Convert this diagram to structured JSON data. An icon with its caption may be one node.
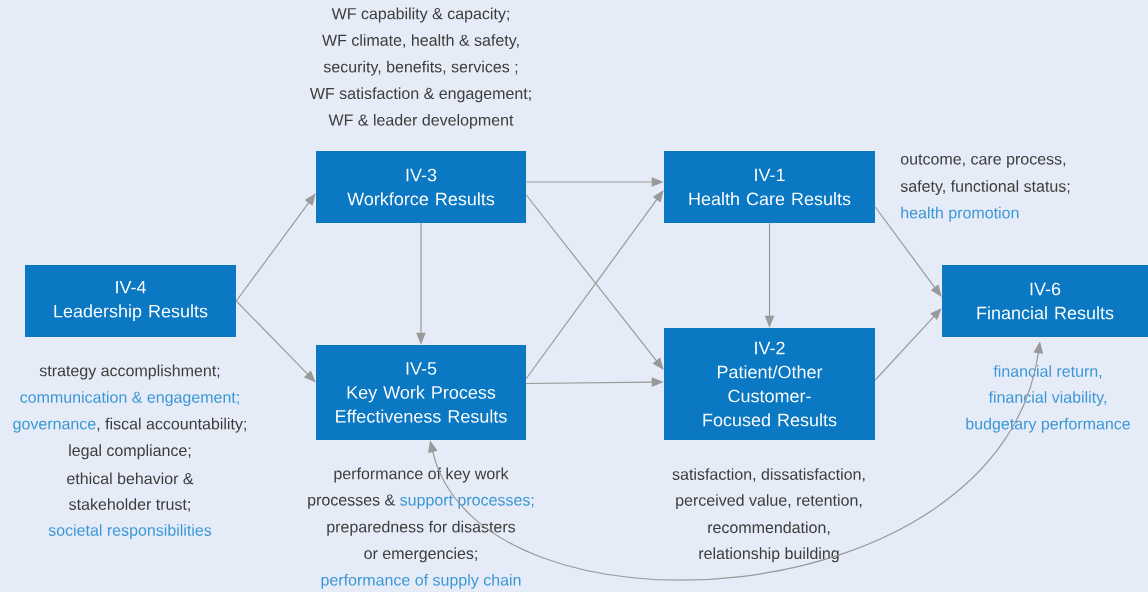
{
  "diagram": {
    "nodes": [
      {
        "text": [
          "IV-4",
          "Leadership Results"
        ],
        "beside": [
          "strategy accomplishment;",
          "communication & engagement;",
          "governance",
          ", fiscal accountability;",
          "legal compliance;",
          "ethical behavior &",
          "stakeholder trust;",
          "societal responsibilities"
        ]
      },
      {
        "text": [
          "IV-3",
          "Workforce Results"
        ],
        "beside": [
          "WF capability & capacity;",
          "WF climate, health & safety,",
          "security, benefits, services ;",
          "WF satisfaction & engagement;",
          "WF & leader development"
        ]
      },
      {
        "text": [
          "IV-5",
          "Key Work Process Effectiveness Results"
        ],
        "beside": [
          "performance of key work",
          "processes &",
          "support processes;",
          "preparedness for disasters",
          "or emergencies;",
          "performance of supply chain"
        ]
      },
      {
        "text": [
          "IV-1",
          "Health Care Results"
        ],
        "beside": [
          "outcome, care process,",
          "safety, functional status;",
          "health promotion"
        ]
      },
      {
        "text": [
          "IV-2",
          "Patient/Other Customer-Focused Results"
        ],
        "beside": [
          "satisfaction, dissatisfaction,",
          "perceived value, retention,",
          "recommendation,",
          "relationship building"
        ]
      },
      {
        "text": [
          "IV-6",
          "Financial Results"
        ],
        "beside": [
          "financial return,",
          "financial viability,",
          "budgetary performance"
        ]
      }
    ],
    "edges": [
      {
        "from": 0,
        "to": 1,
        "arrow": "to"
      },
      {
        "from": 0,
        "to": 2,
        "arrow": "to"
      },
      {
        "from": 1,
        "to": 2,
        "arrow": "to"
      },
      {
        "from": 1,
        "to": 3,
        "arrow": "to"
      },
      {
        "from": 1,
        "to": 4,
        "arrow": "to"
      },
      {
        "from": 2,
        "to": 3,
        "arrow": "to"
      },
      {
        "from": 2,
        "to": 4,
        "arrow": "to"
      },
      {
        "from": 3,
        "to": 4,
        "arrow": "to"
      },
      {
        "from": 3,
        "to": 5,
        "arrow": "to"
      },
      {
        "from": 4,
        "to": 5,
        "arrow": "to"
      },
      {
        "from": 2,
        "to": 5,
        "arrow": "both"
      }
    ]
  }
}
